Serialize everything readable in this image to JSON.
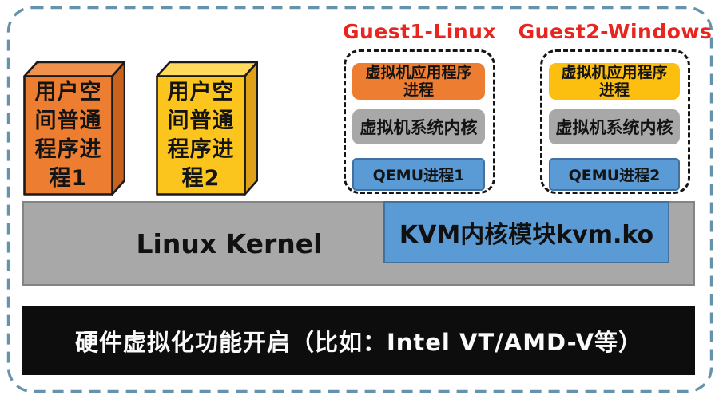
{
  "palette": {
    "outer_border": "#6593ac",
    "process1_orange": "#ED7D31",
    "process1_top": "#F0914C",
    "process1_side": "#C9611F",
    "process2_yellow": "#FCC51E",
    "process2_top": "#FFDA5C",
    "process2_side": "#DFA117",
    "guest_title_red": "#e8251e",
    "gray_block": "#A8A8A8",
    "blue_block": "#5B9BD5",
    "blue_border": "#41719C",
    "hardware_black": "#0d0d0d"
  },
  "user_processes": [
    {
      "label": "用户空间普通程序进程1",
      "lines": [
        "用户空",
        "间普通",
        "程序进",
        "程1"
      ]
    },
    {
      "label": "用户空间普通程序进程2",
      "lines": [
        "用户空",
        "间普通",
        "程序进",
        "程2"
      ]
    }
  ],
  "guests": [
    {
      "title": "Guest1-Linux",
      "app_process": {
        "label": "虚拟机应用程序进程",
        "lines": [
          "虚拟机应用程序",
          "进程"
        ]
      },
      "vm_kernel": "虚拟机系统内核",
      "qemu": "QEMU进程1"
    },
    {
      "title": "Guest2-Windows",
      "app_process": {
        "label": "虚拟机应用程序进程",
        "lines": [
          "虚拟机应用程序",
          "进程"
        ]
      },
      "vm_kernel": "虚拟机系统内核",
      "qemu": "QEMU进程2"
    }
  ],
  "host": {
    "kernel_label": "Linux Kernel",
    "kvm_module_label": "KVM内核模块kvm.ko"
  },
  "hardware": {
    "label": "硬件虚拟化功能开启（比如：Intel VT/AMD-V等）"
  }
}
